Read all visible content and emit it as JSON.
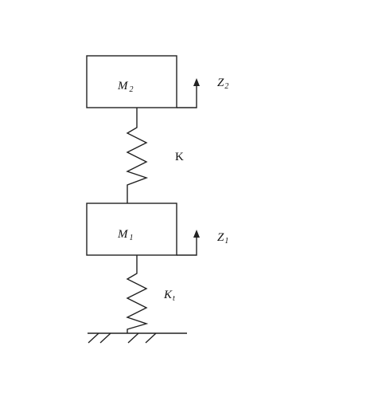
{
  "diagram": {
    "upper_mass": {
      "symbol": "M",
      "subscript": "2"
    },
    "lower_mass": {
      "symbol": "M",
      "subscript": "1"
    },
    "upper_displacement": {
      "symbol": "Z",
      "subscript": "2"
    },
    "lower_displacement": {
      "symbol": "Z",
      "subscript": "1"
    },
    "upper_spring": {
      "label": "K"
    },
    "lower_spring": {
      "symbol": "K",
      "subscript": "t"
    }
  },
  "colors": {
    "line": "#222222",
    "background": "#ffffff"
  }
}
